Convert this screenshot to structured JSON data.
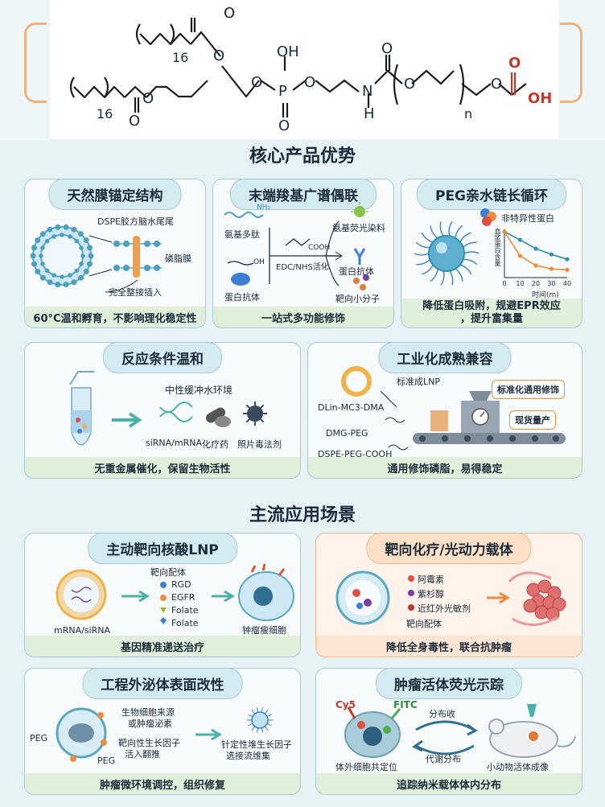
{
  "formula": {
    "sub_top": "16",
    "sub_bottom": "16",
    "atoms": {
      "O": "O",
      "OH": "OH",
      "P": "P",
      "N": "N",
      "H": "H",
      "n": "n"
    }
  },
  "sections": {
    "advantages_title": "核心产品优势",
    "applications_title": "主流应用场景"
  },
  "card1": {
    "title": "天然膜锚定结构",
    "label_tail": "DSPE胶方脑水尾尾",
    "label_membrane": "磷脂膜",
    "label_insert": "完全整接插入",
    "footer": "60°C温和孵育，不影响理化稳定性"
  },
  "card2": {
    "title": "末端羧基广谱偶联",
    "left_items": [
      "氨基多肽",
      "蛋白抗体"
    ],
    "cooh": "COOH",
    "oh": "OH",
    "nh2": "NH₂",
    "activation": "EDC/NHS活化",
    "right_items": [
      "氨基荧光染料",
      "蛋白抗体",
      "靶向小分子"
    ],
    "footer": "一站式多功能修饰"
  },
  "card3": {
    "title": "PEG亲水链长循环",
    "legend": "非特异性蛋白",
    "y_label": "血浆蛋白含量",
    "x_label": "时间(m)",
    "x_ticks": [
      "0",
      "10",
      "20",
      "30",
      "40"
    ],
    "footer_line1": "降低蛋白吸附，规避EPR效应",
    "footer_line2": "，提升富集量"
  },
  "card4": {
    "title": "反应条件温和",
    "env": "中性缓冲水环境",
    "items": [
      "siRNA/mRNA",
      "化疗药",
      "照片毒法剂"
    ],
    "footer": "无重金属催化，保留生物活性"
  },
  "card5": {
    "title": "工业化成熟兼容",
    "std_lnp": "标准成LNP",
    "lipids": [
      "DLin-MC3-DMA",
      "DMG-PEG",
      "DSPE-PEG-COOH"
    ],
    "tag1": "标准化通用修饰",
    "tag2": "现货量产",
    "footer": "通用修饰磷脂，易得稳定"
  },
  "card6": {
    "title": "主动靶向核酸LNP",
    "ligand_title": "靶向配体",
    "ligands": [
      "RGD",
      "EGFR",
      "Folate",
      "Folate"
    ],
    "cargo": "mRNA/siRNA",
    "cell": "钟瘤瘦细胞",
    "footer": "基因精准递送治疗"
  },
  "card7": {
    "title": "靶向化疗/光动力载体",
    "drugs": [
      "阿霉素",
      "紫杉醇",
      "近红外光敏剂"
    ],
    "ligand": "靶向配体",
    "footer": "降低全身毒性，联合抗肿瘤"
  },
  "card8": {
    "title": "工程外泌体表面改性",
    "source": [
      "生物细胞来源",
      "或肿瘤泌素"
    ],
    "factor": [
      "靶向性生长因子",
      "活入翻推"
    ],
    "peg1": "PEG",
    "peg2": "PEG",
    "result": [
      "针定性堆生长因子",
      "选接流维集"
    ],
    "footer": "肿瘤微环境调控，组织修复"
  },
  "card9": {
    "title": "肿瘤活体荧光示踪",
    "cy5": "Cy5",
    "fitc": "FITC",
    "distribute": "分布收",
    "metabolize": "代谢分布",
    "cell_label": "体外细胞共定位",
    "animal_label": "小动物活体成像",
    "footer": "追踪纳米载体体内分布"
  },
  "colors": {
    "accent_blue": "#2f8fb0",
    "accent_orange": "#f08a3c",
    "acid_red": "#c0392b",
    "footer_green": "#dfefd9"
  },
  "chart_data": {
    "type": "line",
    "title": "",
    "xlabel": "时间(m)",
    "ylabel": "血浆蛋白含量",
    "x": [
      0,
      10,
      20,
      30,
      40
    ],
    "series": [
      {
        "values": [
          0.95,
          0.78,
          0.6,
          0.48,
          0.38
        ]
      },
      {
        "values": [
          0.95,
          0.45,
          0.25,
          0.18,
          0.16
        ]
      }
    ],
    "xlim": [
      0,
      40
    ],
    "ylim": [
      0,
      1
    ]
  }
}
